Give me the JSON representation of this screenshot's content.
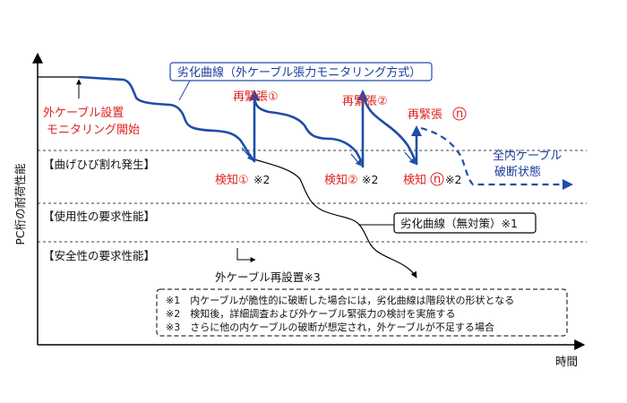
{
  "axes": {
    "ylabel": "PC桁の耐荷性能",
    "xlabel": "時間"
  },
  "levels": {
    "crack": "【曲げひび割れ発生】",
    "serviceability": "【使用性の要求性能】",
    "safety": "【安全性の要求性能】"
  },
  "labels": {
    "monitor_1": "外ケーブル設置",
    "monitor_2": "モニタリング開始",
    "deg_curve_box": "劣化曲線（外ケーブル張力モニタリング方式）",
    "retension_1": "再緊張①",
    "retension_2": "再緊張②",
    "retension_n_prefix": "再緊張",
    "circ_n": "n",
    "detect_1": "検知①",
    "detect_2": "検知②",
    "detect_n_prefix": "検知",
    "note2_mark": "※2",
    "break_1": "全内ケーブル",
    "break_2": "破断状態",
    "deg_none_box": "劣化曲線（無対策）※1",
    "reinstall": "外ケーブル再設置※3"
  },
  "notes": [
    "※1　内ケーブルが脆性的に破断した場合には，劣化曲線は階段状の形状となる",
    "※2　検知後，詳細調査および外ケーブル緊張力の検討を実施する",
    "※3　さらに他の内ケーブルの破断が想定され，外ケーブルが不足する場合"
  ],
  "colors": {
    "curve": "#1f4ea8",
    "red_text": "#e02020",
    "axis": "#000000"
  }
}
